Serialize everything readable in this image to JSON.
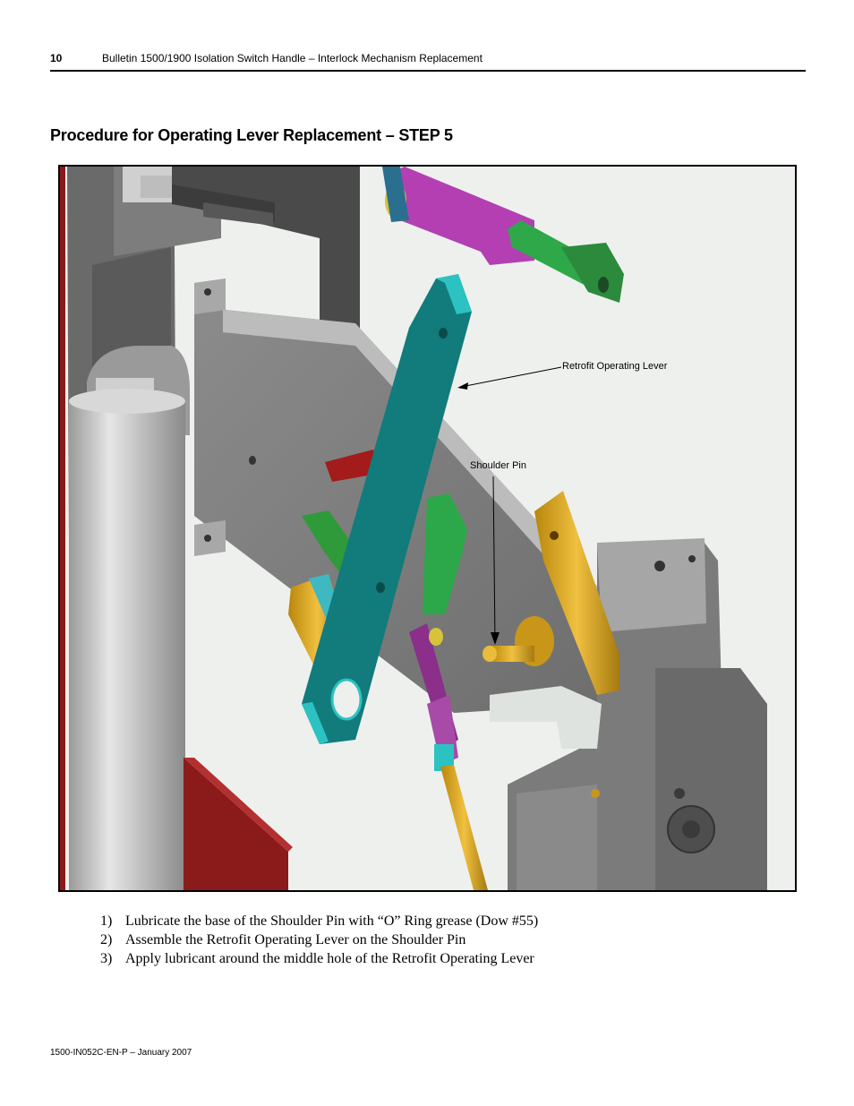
{
  "header": {
    "page_number": "10",
    "title": "Bulletin 1500/1900 Isolation Switch Handle – Interlock Mechanism Replacement"
  },
  "section_title": "Procedure for Operating Lever Replacement – STEP 5",
  "figure": {
    "callouts": {
      "lever": "Retrofit Operating Lever",
      "pin": "Shoulder Pin"
    }
  },
  "steps": [
    {
      "num": "1)",
      "text": "Lubricate the base of the Shoulder Pin with “O” Ring grease (Dow #55)"
    },
    {
      "num": "2)",
      "text": "Assemble the Retrofit Operating Lever on the Shoulder Pin"
    },
    {
      "num": "3)",
      "text": "Apply lubricant around the middle hole of the Retrofit Operating Lever"
    }
  ],
  "footer": {
    "doc_id": "1500-IN052C-EN-P – January 2007"
  }
}
